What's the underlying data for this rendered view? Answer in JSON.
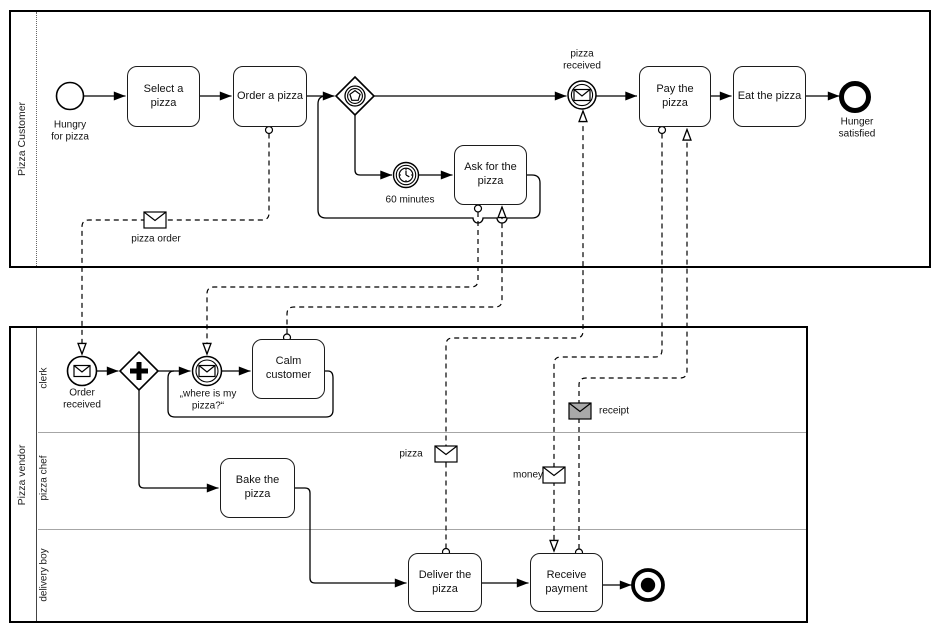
{
  "pools": {
    "customer": {
      "label": "Pizza Customer"
    },
    "vendor": {
      "label": "Pizza vendor",
      "lanes": {
        "clerk": "clerk",
        "chef": "pizza chef",
        "delivery": "delivery boy"
      }
    }
  },
  "nodes": {
    "start": "Hungry\nfor pizza",
    "select": "Select a pizza",
    "order": "Order a pizza",
    "timer": "60 minutes",
    "ask": "Ask for the\npizza",
    "received": "pizza\nreceived",
    "pay": "Pay the pizza",
    "eat": "Eat the pizza",
    "end": "Hunger\nsatisfied",
    "order_received": "Order\nreceived",
    "where": "„where is my\npizza?“",
    "calm": "Calm\ncustomer",
    "bake": "Bake the pizza",
    "deliver": "Deliver the\npizza",
    "receive": "Receive\npayment"
  },
  "messages": {
    "pizza_order": "pizza order",
    "pizza": "pizza",
    "money": "money",
    "receipt": "receipt"
  },
  "colors": {
    "stroke": "#000000",
    "shape_fill": "#ffffff",
    "receipt_fill": "#a9a9a9",
    "lane_divider": "#a6a6a6"
  }
}
